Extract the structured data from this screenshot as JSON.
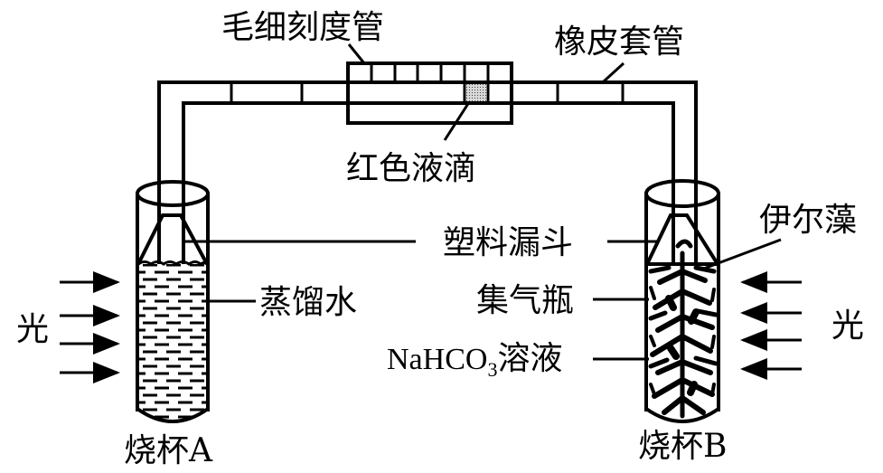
{
  "diagram": {
    "type": "apparatus",
    "labels": {
      "capillary_tube": "毛细刻度管",
      "rubber_sleeve": "橡皮套管",
      "red_droplet": "红色液滴",
      "plastic_funnel": "塑料漏斗",
      "elodea": "伊尔藻",
      "distilled_water": "蒸馏水",
      "gas_jar": "集气瓶",
      "nahco3_formula_main": "NaHCO",
      "nahco3_formula_sub": "3",
      "nahco3_solution_suffix": "溶液",
      "light_left": "光",
      "light_right": "光",
      "beaker_a": "烧杯A",
      "beaker_b": "烧杯B"
    },
    "light_arrows_left_count": 4,
    "light_arrows_right_count": 4,
    "capillary_scale_cells": 7,
    "colors": {
      "ink": "#000000",
      "background": "#ffffff",
      "droplet": "#9a9a9a"
    }
  }
}
